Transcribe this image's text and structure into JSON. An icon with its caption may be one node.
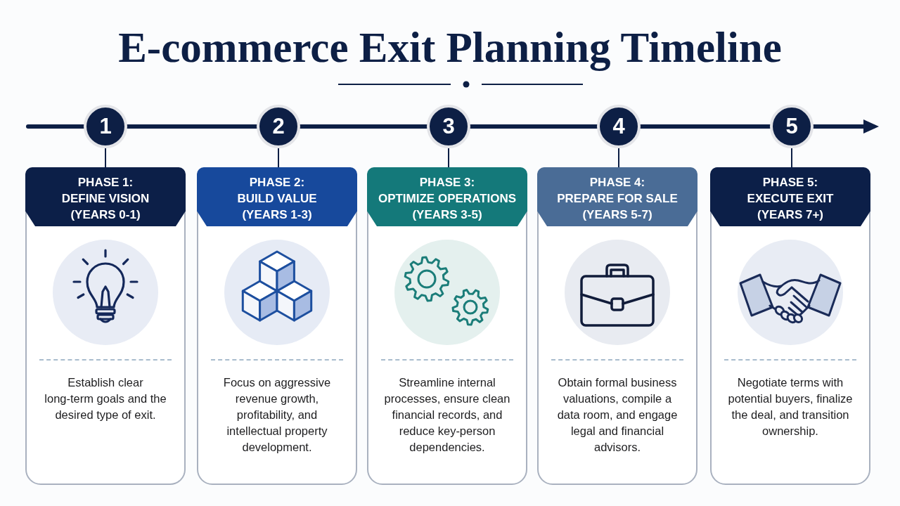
{
  "diagram": {
    "title": "E-commerce Exit Planning Timeline",
    "nodes": [
      {
        "text": [
          "1"
        ]
      },
      {
        "text": [
          "2"
        ]
      },
      {
        "text": [
          "3"
        ]
      },
      {
        "text": [
          "4"
        ]
      },
      {
        "text": [
          "5"
        ]
      },
      {
        "text": [
          "PHASE 1: DEFINE VISION (YEARS 0-1)",
          "Establish clear long-term goals and the desired type of exit."
        ]
      },
      {
        "text": [
          "PHASE 2: BUILD VALUE (YEARS 1-3)",
          "Focus on aggressive revenue growth, profitability, and intellectual property development."
        ]
      },
      {
        "text": [
          "PHASE 3: OPTIMIZE OPERATIONS (YEARS 3-5)",
          "Streamline internal processes, ensure clean financial records, and reduce key-person dependencies."
        ]
      },
      {
        "text": [
          "PHASE 4: PREPARE FOR SALE (YEARS 5-7)",
          "Obtain formal business valuations, compile a data room, and engage legal and financial advisors."
        ]
      },
      {
        "text": [
          "PHASE 5: EXECUTE EXIT (YEARS 7+)",
          "Negotiate terms with potential buyers, finalize the deal, and transition ownership."
        ]
      }
    ],
    "edges": [
      {
        "from": null,
        "to": 0,
        "arrow": "none"
      },
      {
        "from": 0,
        "to": 1,
        "arrow": "none"
      },
      {
        "from": 1,
        "to": 2,
        "arrow": "none"
      },
      {
        "from": 2,
        "to": 3,
        "arrow": "none"
      },
      {
        "from": 3,
        "to": 4,
        "arrow": "none"
      },
      {
        "from": 4,
        "to": null,
        "arrow": "to"
      },
      {
        "from": 0,
        "to": 5,
        "arrow": "none"
      },
      {
        "from": 1,
        "to": 6,
        "arrow": "none"
      },
      {
        "from": 2,
        "to": 7,
        "arrow": "none"
      },
      {
        "from": 3,
        "to": 8,
        "arrow": "none"
      },
      {
        "from": 4,
        "to": 9,
        "arrow": "none"
      }
    ]
  }
}
